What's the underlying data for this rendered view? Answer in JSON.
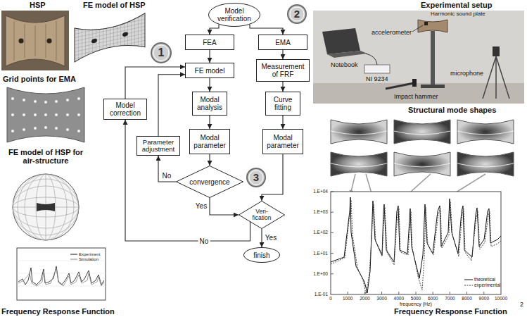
{
  "diagram": {
    "nodes": [
      {
        "text": [
          "Model verification"
        ]
      },
      {
        "text": [
          "FEA"
        ]
      },
      {
        "text": [
          "EMA"
        ]
      },
      {
        "text": [
          "FE model"
        ]
      },
      {
        "text": [
          "Measurement of FRF"
        ]
      },
      {
        "text": [
          "Modal analysis"
        ]
      },
      {
        "text": [
          "Curve fitting"
        ]
      },
      {
        "text": [
          "Modal parameter"
        ]
      },
      {
        "text": [
          "Modal parameter"
        ]
      },
      {
        "text": [
          "convergence"
        ]
      },
      {
        "text": [
          "Veri- fication"
        ]
      },
      {
        "text": [
          "finish"
        ]
      },
      {
        "text": [
          "Model correction"
        ]
      },
      {
        "text": [
          "Parameter adjustment"
        ]
      },
      {
        "text": [
          "1"
        ]
      },
      {
        "text": [
          "2"
        ]
      },
      {
        "text": [
          "3"
        ]
      }
    ],
    "edges": [
      {
        "from": 0,
        "to": 1,
        "arrow": "to"
      },
      {
        "from": 0,
        "to": 2,
        "arrow": "to"
      },
      {
        "from": 1,
        "to": 3,
        "arrow": "to"
      },
      {
        "from": 2,
        "to": 4,
        "arrow": "to"
      },
      {
        "from": 3,
        "to": 5,
        "arrow": "to"
      },
      {
        "from": 4,
        "to": 6,
        "arrow": "to"
      },
      {
        "from": 5,
        "to": 7,
        "arrow": "to"
      },
      {
        "from": 6,
        "to": 8,
        "arrow": "to"
      },
      {
        "from": 7,
        "to": 9,
        "arrow": "to"
      },
      {
        "from": 8,
        "to": 10,
        "arrow": "to"
      },
      {
        "from": 9,
        "to": 13,
        "label": "No",
        "arrow": "to"
      },
      {
        "from": 13,
        "to": 3,
        "arrow": "to"
      },
      {
        "from": 9,
        "to": 10,
        "label": "Yes",
        "arrow": "to"
      },
      {
        "from": 10,
        "to": 11,
        "label": "Yes",
        "arrow": "to"
      },
      {
        "from": 10,
        "to": 12,
        "label": "No",
        "arrow": "to"
      },
      {
        "from": 12,
        "to": 3,
        "arrow": "to"
      }
    ],
    "labels": [
      "HSP",
      "FE model of HSP",
      "Grid points for EMA",
      "FE model of HSP for air-structure",
      "Frequency Response Function",
      "Experimental setup",
      "Harmonic sound plate",
      "accelerometer",
      "Notebook",
      "NI 9234",
      "microphone",
      "Impact hammer",
      "Structural mode shapes",
      "1.E+04",
      "1.E+03",
      "1.E+02",
      "1.E+01",
      "1.E+00",
      "1.E-01",
      "0",
      "1000",
      "2000",
      "3000",
      "4000",
      "5000",
      "6000",
      "7000",
      "8000",
      "9000",
      "10000",
      "frequency (Hz)",
      "Frequency Response Function",
      "2"
    ],
    "legend": [
      {
        "text": "Experiment"
      },
      {
        "text": "Simulation"
      },
      {
        "text": "theoretical"
      },
      {
        "text": "experimental"
      }
    ]
  }
}
